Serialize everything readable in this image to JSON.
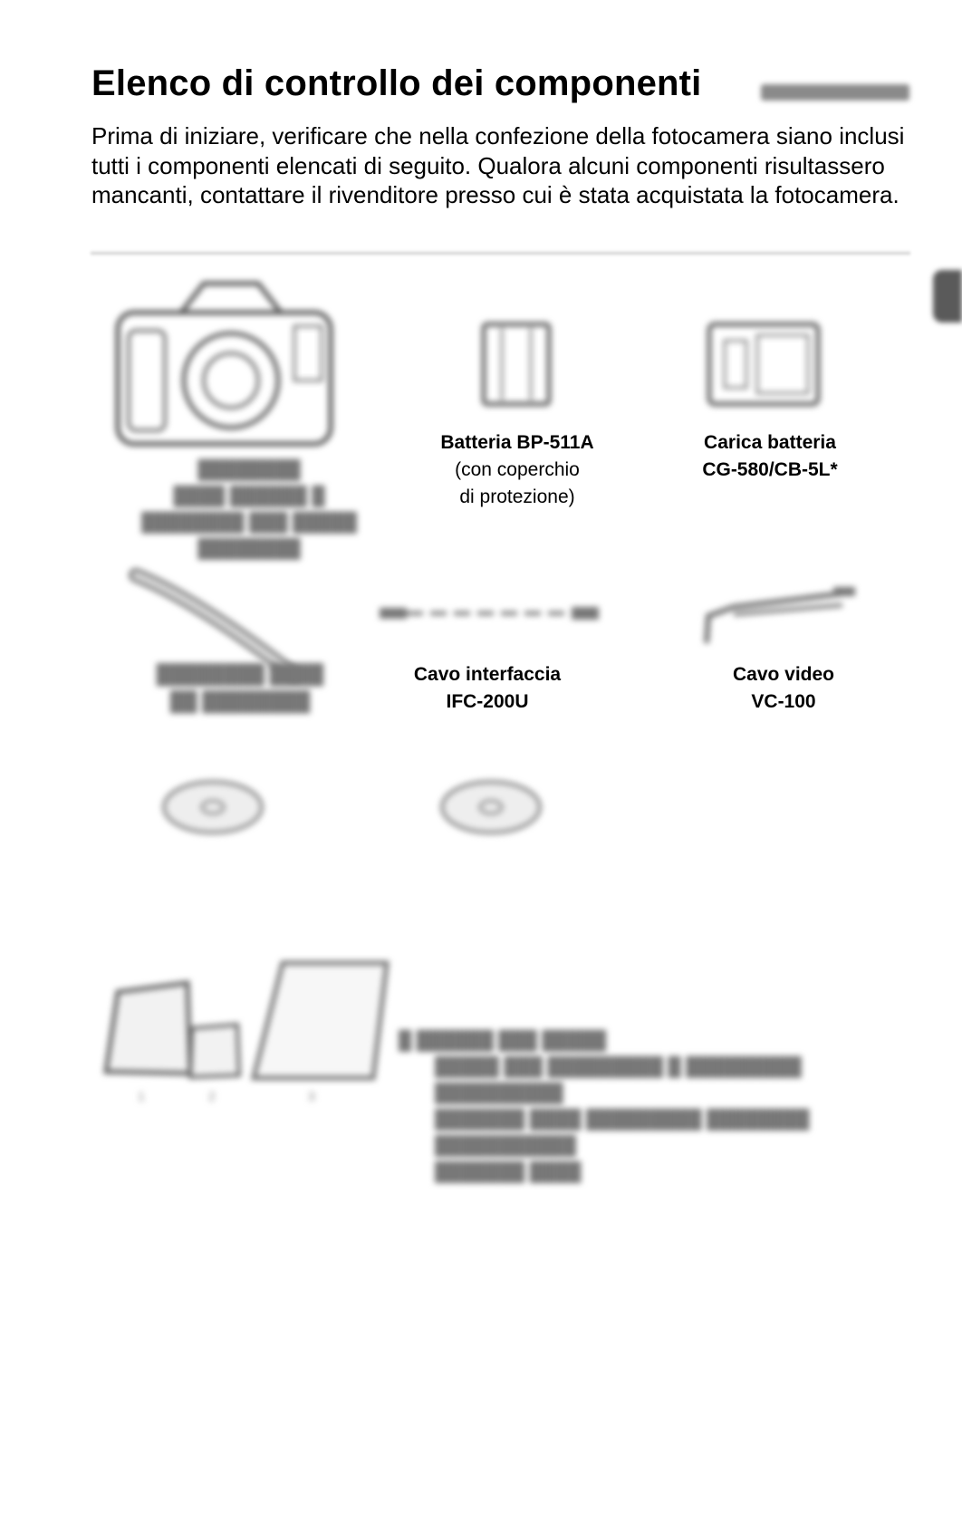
{
  "heading": "Elenco di controllo dei componenti",
  "intro": "Prima di iniziare, verificare che nella confezione della fotocamera siano inclusi tutti i componenti elencati di seguito. Qualora alcuni componenti risultassero mancanti, contattare il rivenditore presso cui è stata acquistata la fotocamera.",
  "items": {
    "battery": {
      "name": "Batteria BP-511A",
      "note_1": "(con coperchio",
      "note_2": "di protezione)"
    },
    "charger": {
      "name_1": "Carica batteria",
      "name_2": "CG-580/CB-5L*"
    },
    "interface_cable": {
      "name_1": "Cavo interfaccia",
      "name_2": "IFC-200U"
    },
    "video_cable": {
      "name_1": "Cavo video",
      "name_2": "VC-100"
    }
  },
  "colors": {
    "text": "#000000",
    "blurred": "#777777",
    "rule": "#cfcfcf",
    "tab": "#5a5a5a"
  }
}
